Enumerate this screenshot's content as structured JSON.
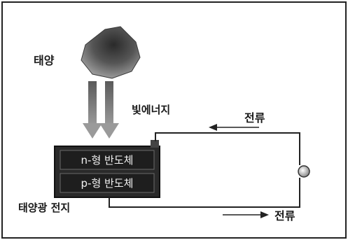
{
  "labels": {
    "sun": "태양",
    "light_energy": "빛에너지",
    "current_top": "전류",
    "current_bottom": "전류",
    "solar_cell": "태양광 전지"
  },
  "layers": {
    "n_type": "n-형 반도체",
    "p_type": "p-형 반도체"
  },
  "colors": {
    "border": "#222222",
    "cell_fill": "#1e1e1e",
    "cell_frame": "#444444",
    "arrow_gray": "#888888",
    "sun_dark": "#3a3a3a"
  }
}
